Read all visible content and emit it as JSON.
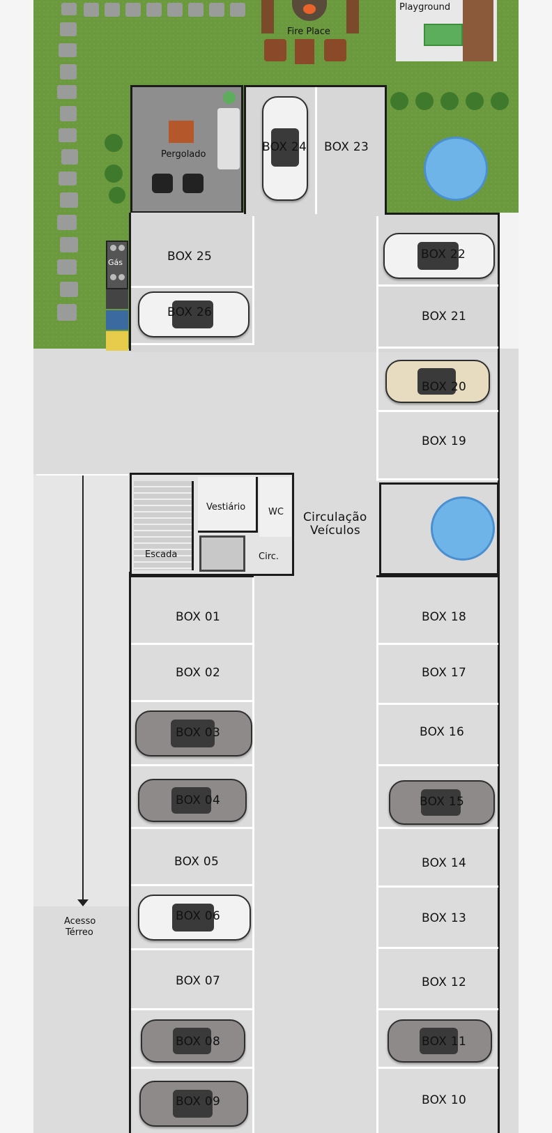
{
  "places": {
    "fire_place": "Fire Place",
    "playground": "Playground",
    "pergolado": "Pergolado",
    "gas": "Gás",
    "vestiario": "Vestiário",
    "wc": "WC",
    "escada": "Escada",
    "circ": "Circ.",
    "circulacao_1": "Circulação",
    "circulacao_2": "Veículos",
    "acesso_1": "Acesso",
    "acesso_2": "Térreo"
  },
  "boxes": {
    "b01": "BOX 01",
    "b02": "BOX 02",
    "b03": "BOX 03",
    "b04": "BOX 04",
    "b05": "BOX 05",
    "b06": "BOX 06",
    "b07": "BOX 07",
    "b08": "BOX 08",
    "b09": "BOX 09",
    "b10": "BOX 10",
    "b11": "BOX 11",
    "b12": "BOX 12",
    "b13": "BOX 13",
    "b14": "BOX 14",
    "b15": "BOX 15",
    "b16": "BOX 16",
    "b17": "BOX 17",
    "b18": "BOX 18",
    "b19": "BOX 19",
    "b20": "BOX 20",
    "b21": "BOX 21",
    "b22": "BOX 22",
    "b23": "BOX 23",
    "b24": "BOX 24",
    "b25": "BOX 25",
    "b26": "BOX 26"
  },
  "colors": {
    "grass": "#6b9a3e",
    "floor": "#d7d7d7",
    "pool": "#6fb4e8",
    "car_white": "#f2f2f2",
    "car_grey": "#8e8a8a",
    "car_beige": "#e8dcc0"
  }
}
